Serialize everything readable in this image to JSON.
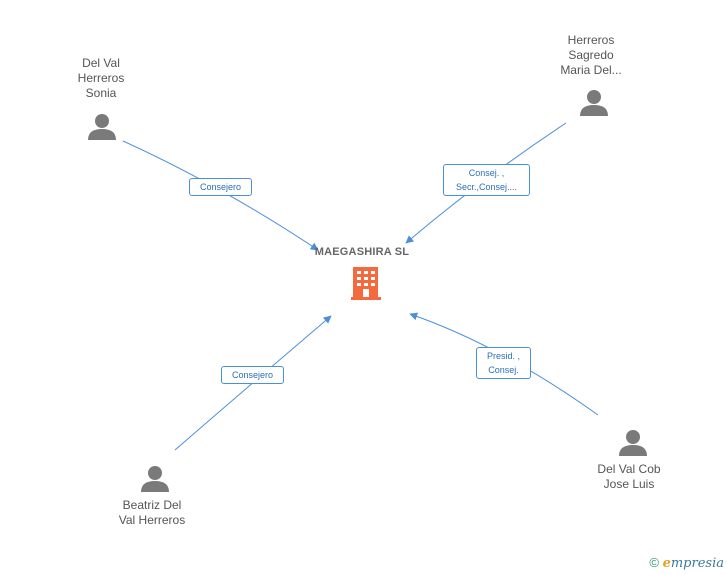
{
  "company": {
    "name": "MAEGASHIRA SL",
    "icon": "building-icon",
    "color": "#f26a3d"
  },
  "people": [
    {
      "id": "p1",
      "lines": [
        "Del Val",
        "Herreros",
        "Sonia"
      ],
      "icon": "person-icon"
    },
    {
      "id": "p2",
      "lines": [
        "Herreros",
        "Sagredo",
        "Maria Del..."
      ],
      "icon": "person-icon"
    },
    {
      "id": "p3",
      "lines": [
        "Beatriz Del",
        "Val Herreros"
      ],
      "icon": "person-icon"
    },
    {
      "id": "p4",
      "lines": [
        "Del Val Cob",
        "Jose Luis"
      ],
      "icon": "person-icon"
    }
  ],
  "relations": [
    {
      "from": "p1",
      "lines": [
        "Consejero"
      ]
    },
    {
      "from": "p2",
      "lines": [
        "Consej. ,",
        "Secr.,Consej...."
      ]
    },
    {
      "from": "p3",
      "lines": [
        "Consejero"
      ]
    },
    {
      "from": "p4",
      "lines": [
        "Presid. ,",
        "Consej."
      ]
    }
  ],
  "footer": {
    "copyright_symbol": "©",
    "brand_initial": "e",
    "brand_rest": "mpresia"
  },
  "colors": {
    "edge": "#4a90d9",
    "person": "#7a7a7a",
    "text": "#555555"
  }
}
